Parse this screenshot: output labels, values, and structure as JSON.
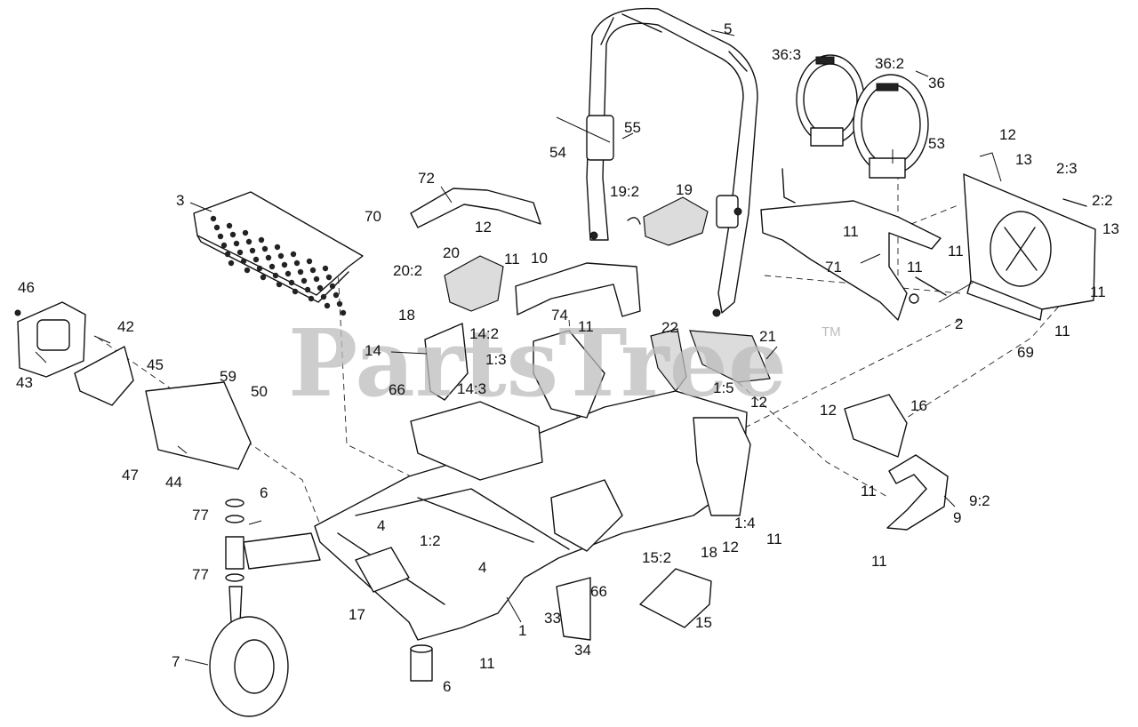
{
  "watermark": {
    "text": "PartsTree",
    "mark": "TM"
  },
  "callouts": [
    "1",
    "1:2",
    "1:3",
    "1:4",
    "1:5",
    "2",
    "2:2",
    "2:3",
    "3",
    "4",
    "5",
    "6",
    "7",
    "9",
    "9:2",
    "10",
    "11",
    "12",
    "13",
    "14",
    "14:2",
    "14:3",
    "15",
    "15:2",
    "16",
    "17",
    "18",
    "19",
    "19:2",
    "20",
    "20:2",
    "21",
    "22",
    "33",
    "34",
    "36",
    "36:2",
    "36:3",
    "42",
    "43",
    "44",
    "45",
    "46",
    "47",
    "50",
    "53",
    "54",
    "55",
    "59",
    "66",
    "69",
    "70",
    "71",
    "72",
    "74",
    "77"
  ],
  "colors": {
    "line": "#111111",
    "watermark": "#bdbdbd",
    "background": "#ffffff"
  }
}
